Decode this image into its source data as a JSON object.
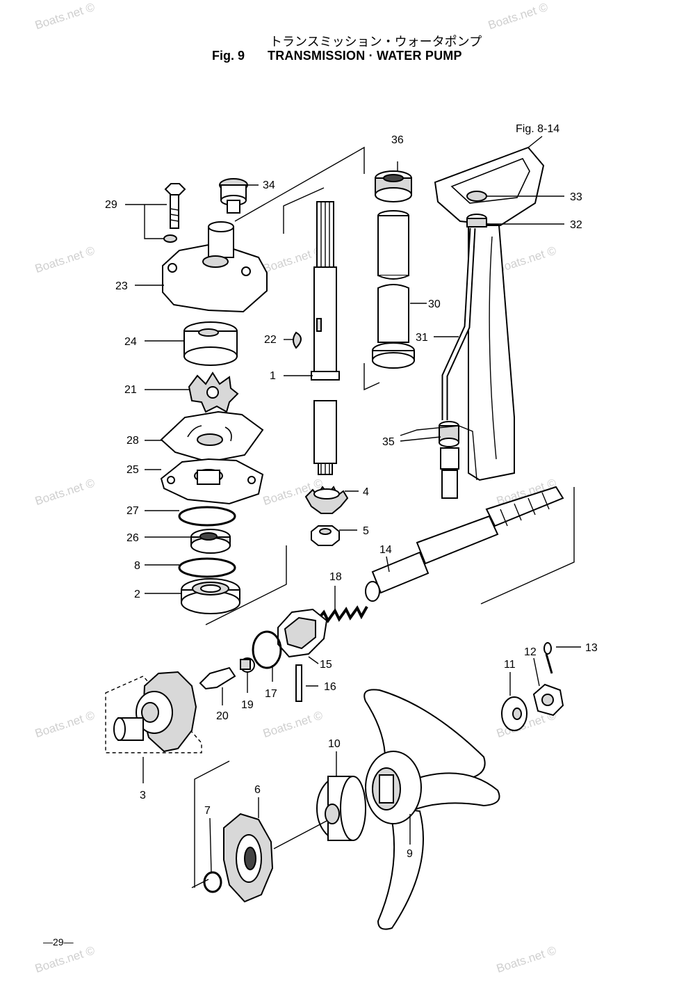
{
  "header": {
    "japanese_title": "トランスミッション・ウォータポンプ",
    "figure_number": "Fig. 9",
    "english_title": "TRANSMISSION · WATER PUMP"
  },
  "reference": "Fig. 8-14",
  "watermark": "Boats.net ©",
  "page_number": "—29—",
  "callouts": [
    "1",
    "2",
    "3",
    "4",
    "5",
    "6",
    "7",
    "8",
    "9",
    "10",
    "11",
    "12",
    "13",
    "14",
    "15",
    "16",
    "17",
    "18",
    "19",
    "20",
    "21",
    "22",
    "23",
    "24",
    "25",
    "26",
    "27",
    "28",
    "29",
    "30",
    "31",
    "32",
    "33",
    "34",
    "35",
    "36"
  ]
}
